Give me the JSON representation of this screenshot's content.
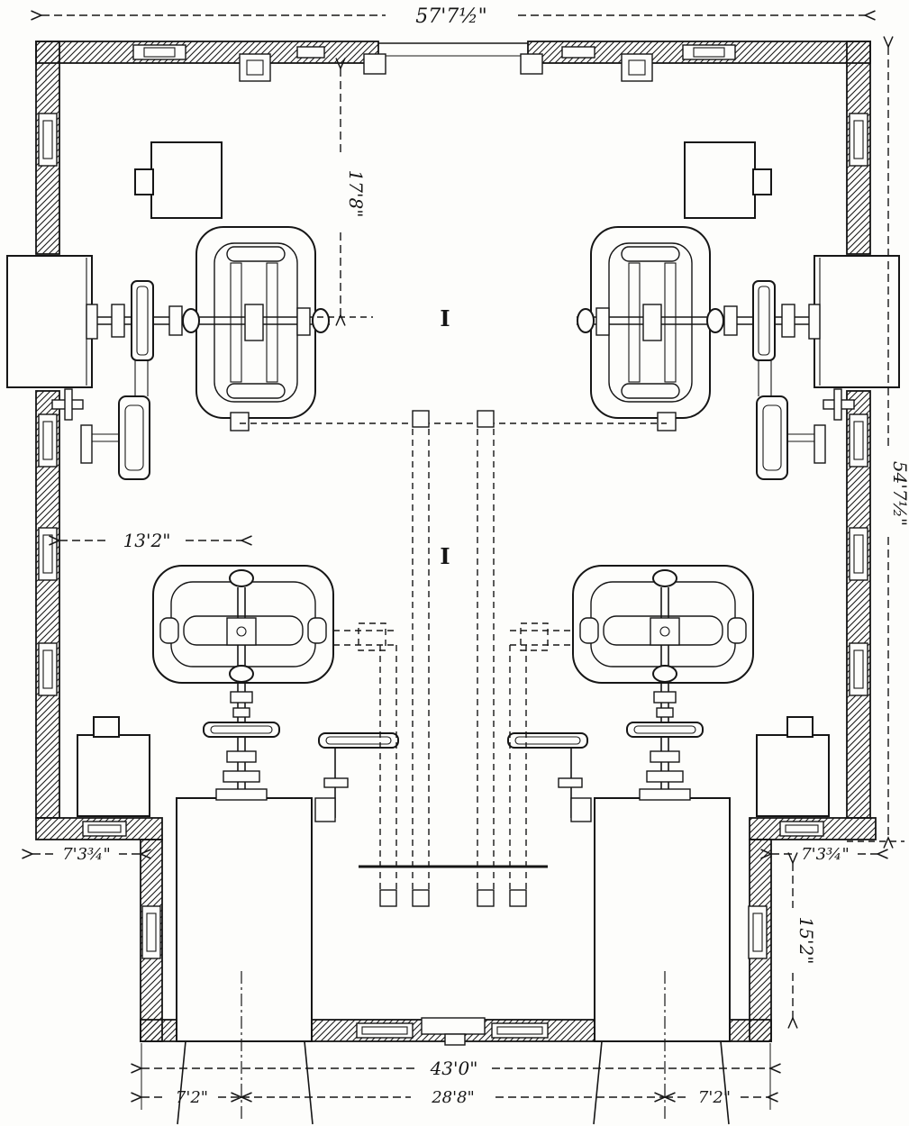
{
  "diagram": {
    "type": "floor-plan",
    "description": "Symmetrical engine-room plan: two horizontal and two vertical engine-generator sets, center piping runs, boiler flues at bottom",
    "column_marker": "I",
    "dimensions": {
      "overall_width": "57'7½\"",
      "overall_depth": "54'7½\"",
      "bay_to_shaft": "17'8\"",
      "wall_to_engine": "13'2\"",
      "left_wall_recess": "7'3¾\"",
      "right_wall_recess": "7'3¾\"",
      "boiler_room_depth": "15'2\"",
      "lower_inner_width": "43'0\"",
      "flue_left_offset": "7'2\"",
      "flue_spacing": "28'8\"",
      "flue_right_offset": "7'2\""
    },
    "colors": {
      "ink": "#161616",
      "paper": "#fdfdfb"
    }
  }
}
